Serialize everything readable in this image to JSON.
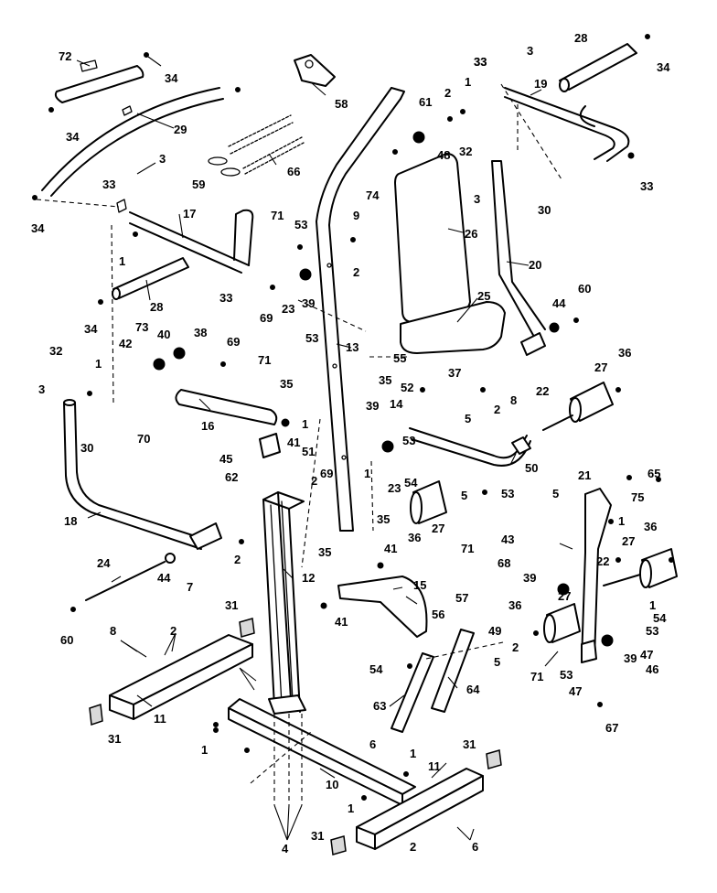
{
  "diagram": {
    "callouts": [
      "72",
      "34",
      "29",
      "34",
      "34",
      "58",
      "66",
      "59",
      "3",
      "33",
      "17",
      "1",
      "28",
      "34",
      "33",
      "33",
      "3",
      "1",
      "2",
      "61",
      "48",
      "74",
      "9",
      "71",
      "53",
      "2",
      "26",
      "39",
      "23",
      "69",
      "25",
      "28",
      "32",
      "20",
      "3",
      "30",
      "33",
      "33",
      "19",
      "34",
      "44",
      "60",
      "73",
      "40",
      "38",
      "42",
      "69",
      "32",
      "1",
      "3",
      "30",
      "16",
      "70",
      "71",
      "53",
      "13",
      "35",
      "35",
      "55",
      "37",
      "52",
      "36",
      "27",
      "22",
      "8",
      "2",
      "14",
      "1",
      "41",
      "51",
      "45",
      "62",
      "39",
      "23",
      "5",
      "50",
      "53",
      "54",
      "5",
      "53",
      "21",
      "65",
      "75",
      "69",
      "2",
      "1",
      "35",
      "27",
      "36",
      "35",
      "12",
      "18",
      "71",
      "5",
      "43",
      "36",
      "27",
      "22",
      "68",
      "1",
      "39",
      "44",
      "41",
      "60",
      "7",
      "2",
      "24",
      "15",
      "41",
      "56",
      "57",
      "36",
      "27",
      "49",
      "54",
      "31",
      "8",
      "2",
      "2",
      "1",
      "54",
      "53",
      "47",
      "39",
      "47",
      "46",
      "67",
      "63",
      "64",
      "5",
      "71",
      "53",
      "11",
      "6",
      "31",
      "1",
      "10",
      "1",
      "11",
      "31",
      "1",
      "2",
      "6",
      "4",
      "31"
    ]
  }
}
